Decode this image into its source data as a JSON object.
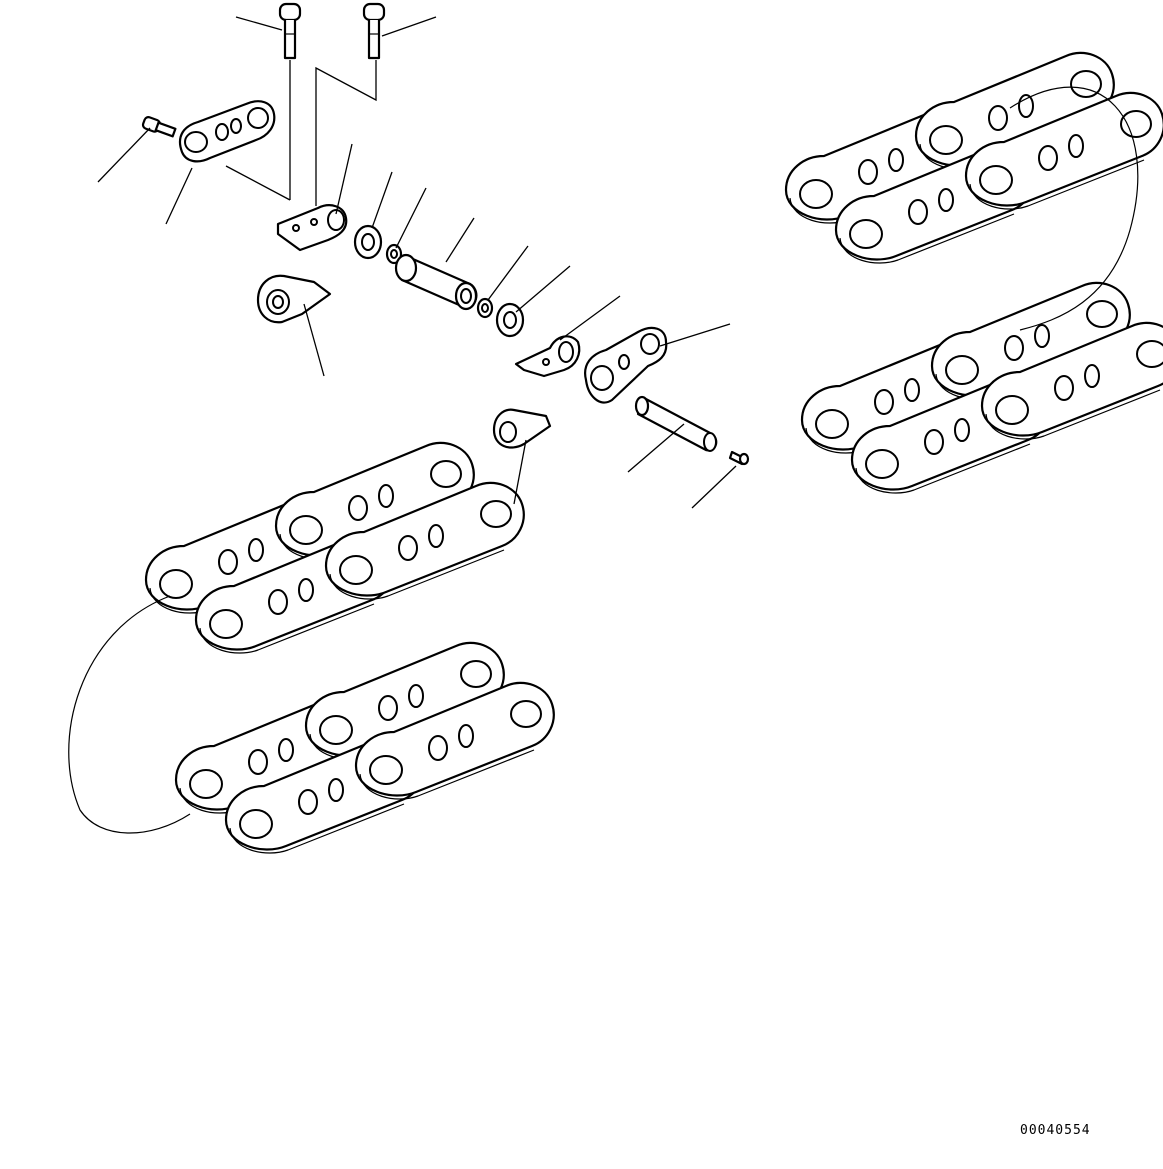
{
  "drawing": {
    "type": "exploded parts diagram",
    "drawing_number": "00040554",
    "colors": {
      "line": "#000000",
      "background": "#ffffff"
    },
    "parts": [
      "bolt",
      "bolt",
      "bolt-short",
      "master-link-left",
      "master-link-half-upper",
      "master-link-half-lower",
      "seal",
      "seal-ring",
      "bushing",
      "seal-ring",
      "seal",
      "master-link-half-right",
      "master-link-half-small",
      "link-right",
      "pin",
      "spacer",
      "track-link-assembly-upper-right",
      "track-link-assembly-lower-right",
      "track-link-assembly-upper-left",
      "track-link-assembly-lower-left"
    ]
  }
}
